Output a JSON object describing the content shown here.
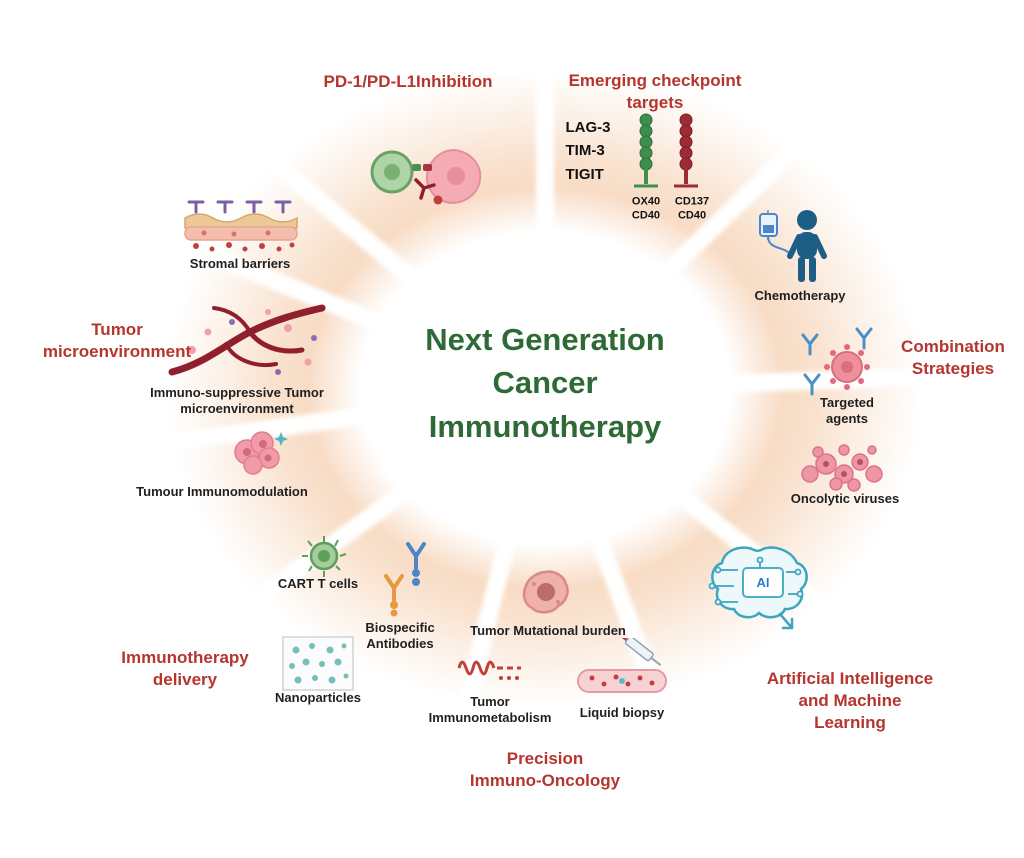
{
  "center": {
    "title": "Next Generation\nCancer\nImmunotherapy"
  },
  "colors": {
    "category_red": "#b5352f",
    "title_green": "#2d6a35",
    "glow_peach": "#f8dcc5"
  },
  "categories": {
    "pd1": "PD-1/PD-L1Inhibition",
    "emerging": "Emerging checkpoint\ntargets",
    "combination": "Combination\nStrategies",
    "ai_ml": "Artificial Intelligence\nand Machine Learning",
    "precision": "Precision\nImmuno-Oncology",
    "delivery": "Immunotherapy\ndelivery",
    "tme": "Tumor\nmicroenvironment"
  },
  "items": {
    "stromal": "Stromal barriers",
    "immunosuppressive": "Immuno-suppressive Tumor\nmicroenvironment",
    "immunomodulation": "Tumour Immunomodulation",
    "cart": "CART T cells",
    "biospecific": "Biospecific\nAntibodies",
    "nanoparticles": "Nanoparticles",
    "tmb": "Tumor Mutational burden",
    "immunometabolism": "Tumor\nImmunometabolism",
    "liquid_biopsy": "Liquid biopsy",
    "chemotherapy": "Chemotherapy",
    "targeted_agents": "Targeted\nagents",
    "oncolytic": "Oncolytic viruses"
  },
  "checkpoints": {
    "list": "LAG-3\nTIM-3\nTIGIT",
    "left_column": "OX40\nCD40",
    "right_column": "CD137\nCD40"
  },
  "ai_chip_label": "AI",
  "icons": {
    "stromal": "stromal-barriers-icon",
    "pd1": "pd1-pdl1-cells-icon",
    "emerging": "checkpoint-receptors-icon",
    "chemotherapy": "chemotherapy-patient-iv-icon",
    "targeted": "targeted-agents-virus-antibody-icon",
    "oncolytic": "oncolytic-viruses-cluster-icon",
    "ai": "ai-brain-circuit-icon",
    "tmb": "tumor-cell-icon",
    "immunometabolism": "metabolism-squiggle-icon",
    "liquid_biopsy": "blood-vessel-syringe-icon",
    "nanoparticles": "nanoparticles-box-icon",
    "biospecific": "bispecific-antibody-chains-icon",
    "cart": "cart-t-cell-icon",
    "immunomodulation": "tumor-cluster-icon",
    "immunosuppressive": "tumor-vessel-icon"
  }
}
